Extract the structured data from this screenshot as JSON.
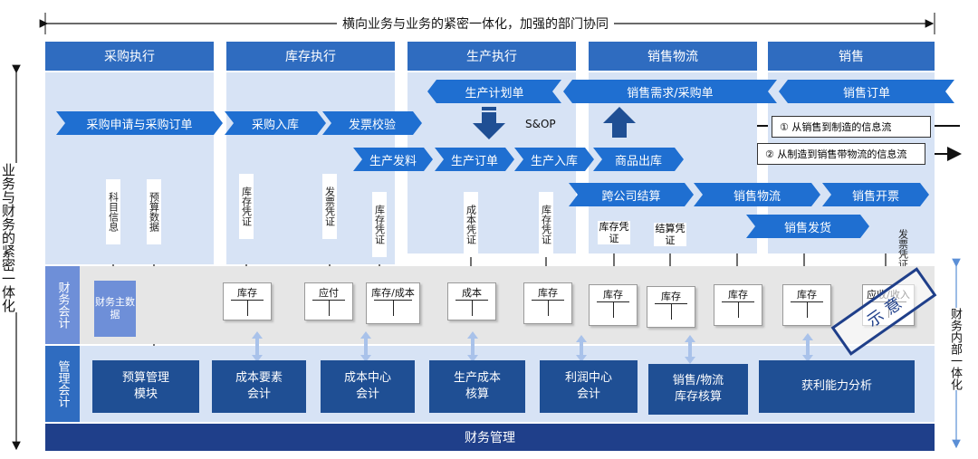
{
  "header": {
    "title": "横向业务与业务的紧密一体化，加强的部门协同"
  },
  "left_axis": {
    "title": "业务与财务的紧密一体化"
  },
  "right_axis": {
    "title": "财务内部一体化"
  },
  "columns": [
    {
      "label": "采购执行"
    },
    {
      "label": "库存执行"
    },
    {
      "label": "生产执行"
    },
    {
      "label": "销售物流"
    },
    {
      "label": "销售"
    }
  ],
  "process": {
    "purchase_request": "采购申请与采购订单",
    "purchase_in": "采购入库",
    "invoice_check": "发票校验",
    "prod_issue": "生产发料",
    "prod_order": "生产订单",
    "prod_in": "生产入库",
    "goods_out": "商品出库",
    "prod_plan": "生产计划单",
    "sales_demand": "销售需求/采购单",
    "sales_order": "销售订单",
    "sop": "S&OP",
    "intercompany": "跨公司结算",
    "sales_logistics": "销售物流",
    "sales_invoice": "销售开票",
    "sales_delivery": "销售发货"
  },
  "info_flows": {
    "flow1": "① 从销售到制造的信息流",
    "flow2": "② 从制造到销售带物流的信息流"
  },
  "vlabels": {
    "subject_info": "科目信息",
    "budget_data": "预算数据",
    "stock_voucher_1": "库存凭证",
    "invoice_voucher": "发票凭证",
    "stock_voucher_2": "库存凭证",
    "cost_voucher": "成本凭证",
    "stock_voucher_3": "库存凭证",
    "stock_voucher_4": "库存凭证",
    "settle_voucher": "结算凭证",
    "invoice_voucher_2": "发票凭证"
  },
  "finance": {
    "label": "财务会计",
    "master_data": "财务主数据",
    "docs": [
      "库存",
      "应付",
      "库存/成本",
      "成本",
      "库存",
      "库存",
      "库存",
      "库存",
      "库存",
      "应收/收入"
    ]
  },
  "management": {
    "label": "管理会计",
    "boxes": [
      "预算管理\n模块",
      "成本要素\n会计",
      "成本中心\n会计",
      "生产成本\n核算",
      "利润中心\n会计",
      "销售/物流\n库存核算",
      "获利能力分析"
    ]
  },
  "footer": {
    "label": "财务管理"
  },
  "stamp": {
    "text": "示 意"
  },
  "colors": {
    "header": "#2f6cc0",
    "chevron": "#1f6fd1",
    "mgmt": "#1f4f94",
    "footer": "#1f3f8a",
    "panel": "#d7e3f5"
  }
}
